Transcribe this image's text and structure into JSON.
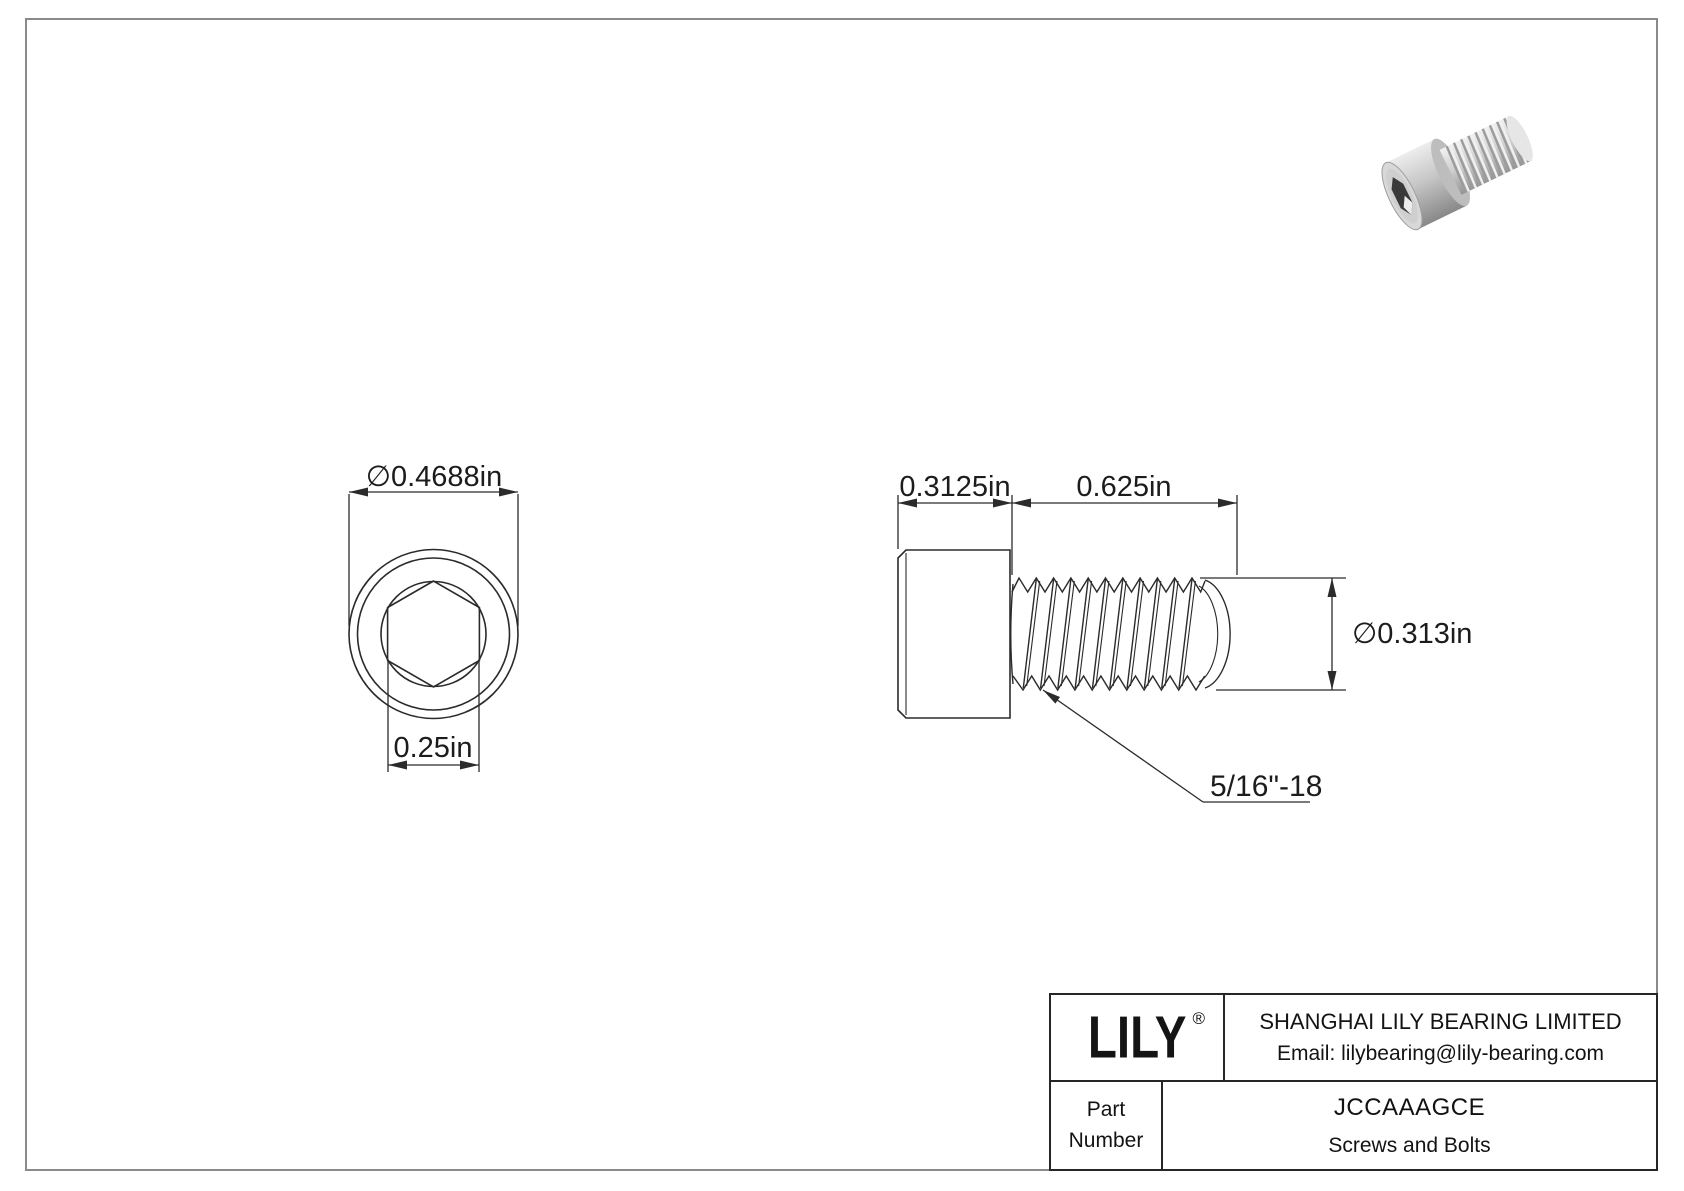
{
  "front_view": {
    "head_diameter_label": "∅0.4688in",
    "socket_width_label": "0.25in"
  },
  "side_view": {
    "head_width_label": "0.3125in",
    "thread_length_label": "0.625in",
    "thread_diameter_label": "∅0.313in",
    "thread_spec_label": "5/16\"-18"
  },
  "title_block": {
    "brand": "LILY",
    "registered_mark": "®",
    "company_name": "SHANGHAI LILY BEARING LIMITED",
    "email": "Email: lilybearing@lily-bearing.com",
    "part_number_label": "Part Number",
    "part_number": "JCCAAAGCE",
    "category": "Screws and Bolts"
  },
  "colors": {
    "drawing_line": "#2b2b2b",
    "dimension_text": "#1c1c1c",
    "page_border": "#8a8a8a",
    "metal_light": "#efefef",
    "metal_mid": "#c8c8c8",
    "metal_dark": "#8f8f8f",
    "socket_dark": "#3a3a3a"
  }
}
